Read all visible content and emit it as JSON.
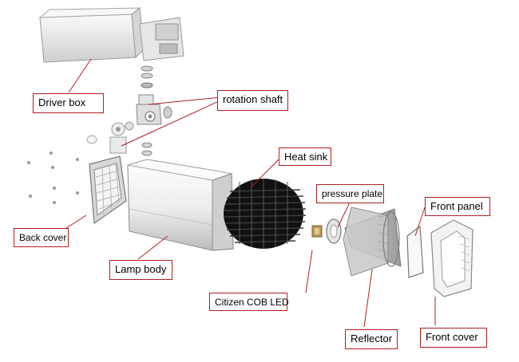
{
  "labels": {
    "driver_box": "Driver box",
    "rotation_shaft": "rotation shaft",
    "heat_sink": "Heat sink",
    "pressure_plate": "pressure plate",
    "front_panel": "Front panel",
    "back_cover": "Back cover",
    "lamp_body": "Lamp body",
    "citizen_cob_led": "Citizen COB LED",
    "reflector": "Reflector",
    "front_cover": "Front cover"
  },
  "colors": {
    "callout_line": "#b21e1e",
    "part_light": "#f2f2f2",
    "part_mid": "#c8c8c8",
    "heat_sink": "#1a1a1a",
    "led_chip": "#b89858"
  }
}
